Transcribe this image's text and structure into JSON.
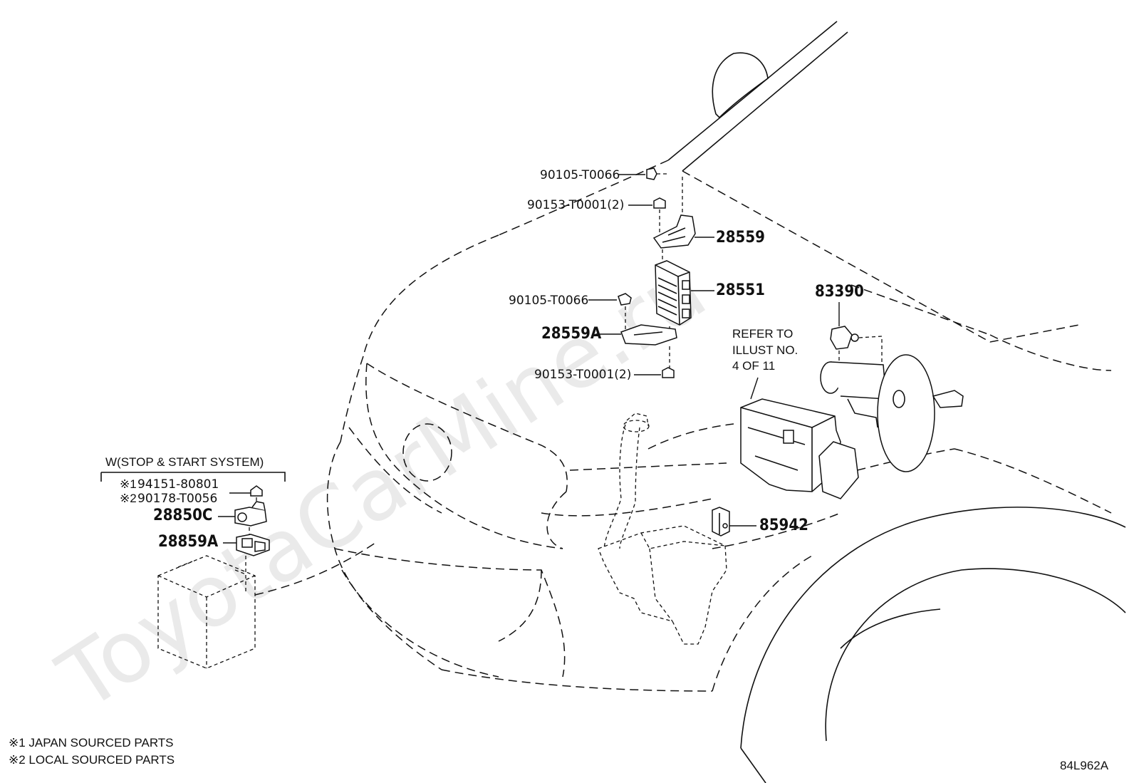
{
  "watermark": "ToyotaCarMine.ru",
  "diagram_id": "84L962A",
  "labels": {
    "bolt_top": "90105-T0066",
    "nut_top": "90153-T0001(2)",
    "bracket_upper": "28559",
    "relay_block": "28551",
    "bolt_mid": "90105-T0066",
    "bracket_lower": "28559A",
    "nut_bottom": "90153-T0001(2)",
    "sensor_right": "83390",
    "refer_line1": "REFER TO",
    "refer_line2": "ILLUST NO.",
    "refer_line3": "4 OF 11",
    "relay_small": "85942",
    "stop_start_title": "W(STOP & START SYSTEM)",
    "part_jp_mark": "※1",
    "part_jp": "94151-80801",
    "part_local_mark": "※2",
    "part_local": "90178-T0056",
    "sensor_battery": "28850C",
    "bracket_battery": "28859A"
  },
  "notes": {
    "note1": "※1 JAPAN SOURCED PARTS",
    "note2": "※2 LOCAL SOURCED PARTS"
  }
}
